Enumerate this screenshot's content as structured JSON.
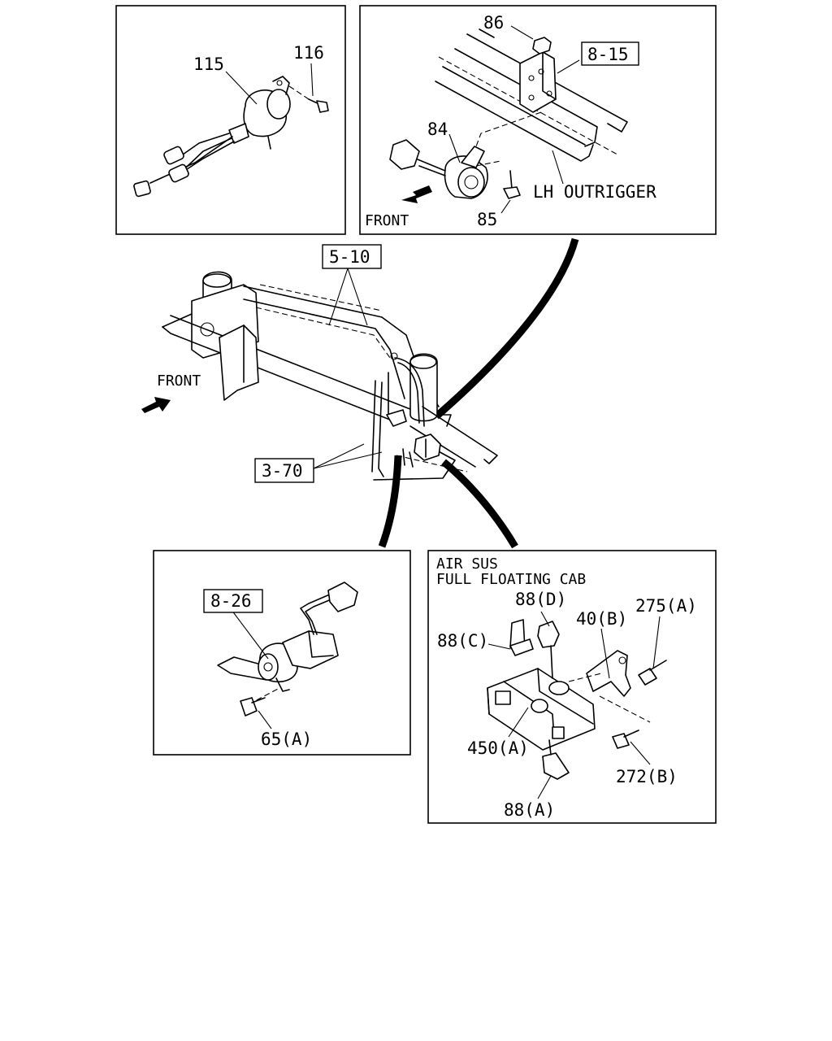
{
  "panels": {
    "top_left": {
      "labels": [
        "115",
        "116"
      ]
    },
    "top_right": {
      "labels": [
        "86",
        "8-15",
        "84",
        "85",
        "LH OUTRIGGER",
        "FRONT"
      ]
    },
    "main": {
      "labels": [
        "5-10",
        "FRONT",
        "3-70"
      ]
    },
    "bottom_left": {
      "labels": [
        "8-26",
        "65(A)"
      ]
    },
    "bottom_right": {
      "title_line1": "AIR SUS",
      "title_line2": "FULL FLOATING CAB",
      "labels": [
        "88(D)",
        "40(B)",
        "275(A)",
        "88(C)",
        "450(A)",
        "272(B)",
        "88(A)"
      ]
    }
  }
}
